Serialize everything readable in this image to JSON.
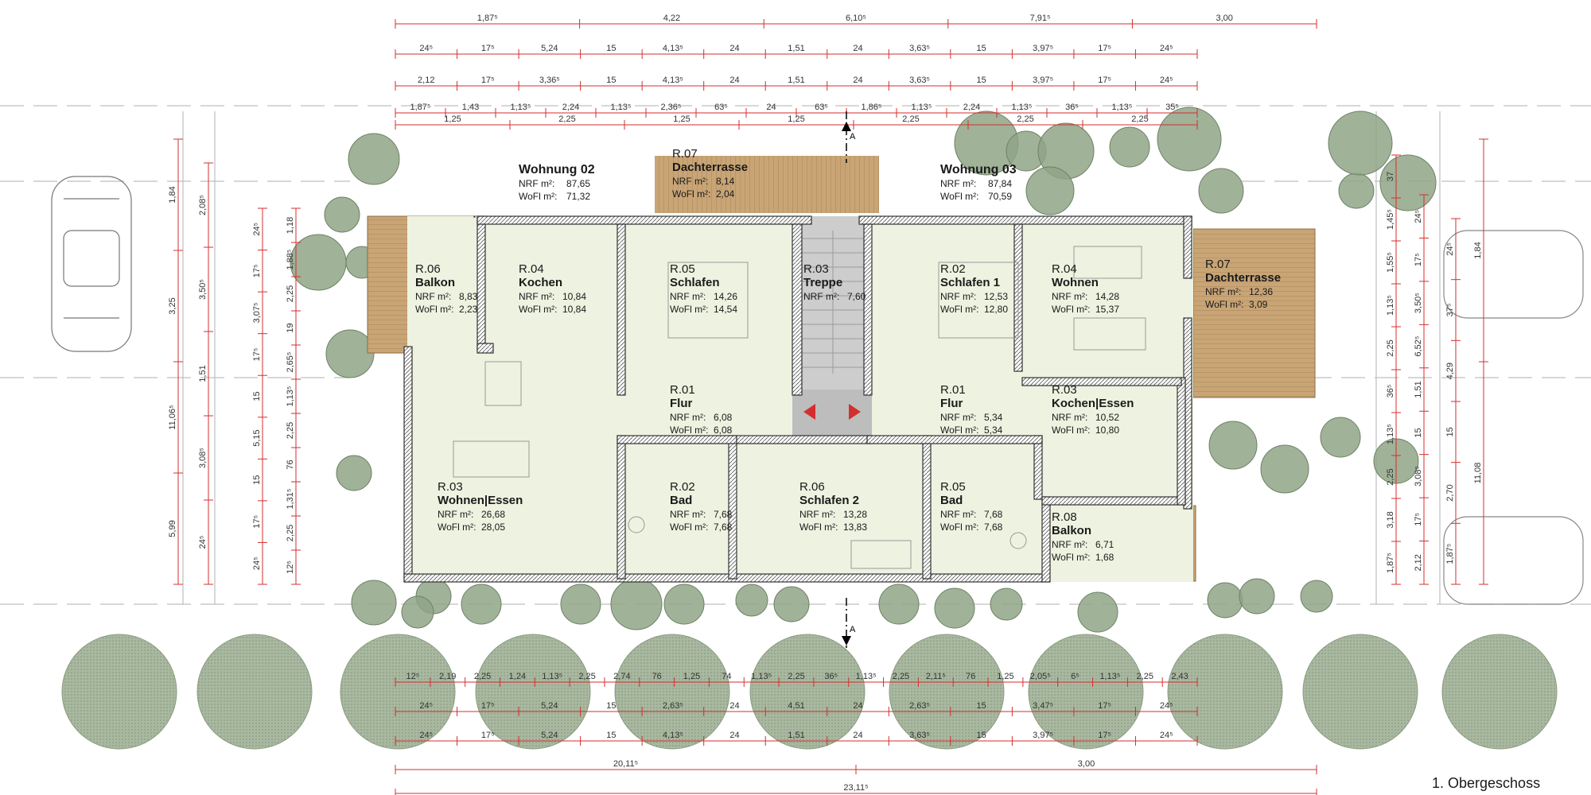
{
  "floor_label": "1. Obergeschoss",
  "section_marker": "A",
  "colors": {
    "dimension_red": "#d32f2f",
    "wood_deck": "#c9a576",
    "floor_fill": "#eef2e0",
    "stair_fill": "#cdcdcd",
    "tree_green": "#8fa486",
    "wall": "#3a3a3a"
  },
  "apartments": [
    {
      "id": "w02",
      "name": "Wohnung 02",
      "nrf_label": "NRF m²:",
      "nrf": "87,65",
      "wofl_label": "WoFl m²:",
      "wofl": "71,32"
    },
    {
      "id": "w03",
      "name": "Wohnung 03",
      "nrf_label": "NRF m²:",
      "nrf": "87,84",
      "wofl_label": "WoFl m²:",
      "wofl": "70,59"
    }
  ],
  "rooms": [
    {
      "id": "dach-top",
      "no": "R.07",
      "name": "Dachterrasse",
      "nrf": "8,14",
      "wofl": "2,04"
    },
    {
      "id": "balkon-l",
      "no": "R.06",
      "name": "Balkon",
      "nrf": "8,83",
      "wofl": "2,23"
    },
    {
      "id": "kochen-l",
      "no": "R.04",
      "name": "Kochen",
      "nrf": "10,84",
      "wofl": "10,84"
    },
    {
      "id": "schlafen-l",
      "no": "R.05",
      "name": "Schlafen",
      "nrf": "14,26",
      "wofl": "14,54"
    },
    {
      "id": "treppe",
      "no": "R.03",
      "name": "Treppe",
      "nrf": "7,60",
      "wofl": ""
    },
    {
      "id": "schlafen1-r",
      "no": "R.02",
      "name": "Schlafen 1",
      "nrf": "12,53",
      "wofl": "12,80"
    },
    {
      "id": "wohnen-r",
      "no": "R.04",
      "name": "Wohnen",
      "nrf": "14,28",
      "wofl": "15,37"
    },
    {
      "id": "dach-right",
      "no": "R.07",
      "name": "Dachterrasse",
      "nrf": "12,36",
      "wofl": "3,09"
    },
    {
      "id": "flur-l",
      "no": "R.01",
      "name": "Flur",
      "nrf": "6,08",
      "wofl": "6,08"
    },
    {
      "id": "flur-r",
      "no": "R.01",
      "name": "Flur",
      "nrf": "5,34",
      "wofl": "5,34"
    },
    {
      "id": "kochen-r",
      "no": "R.03",
      "name": "Kochen|Essen",
      "nrf": "10,52",
      "wofl": "10,80"
    },
    {
      "id": "wohnen-l",
      "no": "R.03",
      "name": "Wohnen|Essen",
      "nrf": "26,68",
      "wofl": "28,05"
    },
    {
      "id": "bad-l",
      "no": "R.02",
      "name": "Bad",
      "nrf": "7,68",
      "wofl": "7,68"
    },
    {
      "id": "schlafen2",
      "no": "R.06",
      "name": "Schlafen 2",
      "nrf": "13,28",
      "wofl": "13,83"
    },
    {
      "id": "bad-r",
      "no": "R.05",
      "name": "Bad",
      "nrf": "7,68",
      "wofl": "7,68"
    },
    {
      "id": "balkon-r",
      "no": "R.08",
      "name": "Balkon",
      "nrf": "6,71",
      "wofl": "1,68"
    }
  ],
  "room_labels": {
    "nrf": "NRF m²:",
    "wofl": "WoFl m²:"
  },
  "dimensions": {
    "top_row1": [
      "1,87⁵",
      "4,22",
      "6,10⁵",
      "7,91⁵",
      "3,00"
    ],
    "top_row2": [
      "24⁵",
      "17⁵",
      "5,24",
      "15",
      "4,13⁵",
      "24",
      "1,51",
      "24",
      "3,63⁵",
      "15",
      "3,97⁵",
      "17⁵",
      "24⁵"
    ],
    "top_row3": [
      "2,12",
      "17⁵",
      "3,36⁵",
      "15",
      "4,13⁵",
      "24",
      "1,51",
      "24",
      "3,63⁵",
      "15",
      "3,97⁵",
      "17⁵",
      "24⁵"
    ],
    "top_row4": [
      "1,87⁵",
      "1,43",
      "1,13⁵",
      "2,24",
      "1,13⁵",
      "2,36⁵",
      "63⁵",
      "24",
      "63⁵",
      "1,86⁵",
      "1,13⁵",
      "2,24",
      "1,13⁵",
      "36⁵",
      "1,13⁵",
      "35⁵"
    ],
    "top_row5": [
      "1,25",
      "2,25",
      "1,25",
      "1,25",
      "2,25",
      "2,25",
      "2,25"
    ],
    "bottom_row1": [
      "12⁵",
      "2,19",
      "2,25",
      "1,24",
      "1,13⁵",
      "2,25",
      "2,74",
      "76",
      "1,25",
      "74",
      "1,13⁵",
      "2,25",
      "36⁵",
      "1,13⁵",
      "2,25",
      "2,11⁵",
      "76",
      "1,25",
      "2,05⁵",
      "6⁵",
      "1,13⁵",
      "2,25",
      "2,43"
    ],
    "bottom_row2": [
      "24⁵",
      "17⁵",
      "5,24",
      "15",
      "2,63⁵",
      "24",
      "4,51",
      "24",
      "2,63⁵",
      "15",
      "3,47⁵",
      "17⁵",
      "24⁵"
    ],
    "bottom_row3": [
      "24⁵",
      "17⁵",
      "5,24",
      "15",
      "4,13⁵",
      "24",
      "1,51",
      "24",
      "3,63⁵",
      "15",
      "3,97⁵",
      "17⁵",
      "24⁵"
    ],
    "bottom_row4": [
      "20,11⁵",
      "3,00"
    ],
    "bottom_row5": [
      "23,11⁵"
    ],
    "left_col1": [
      "1,84",
      "3,25",
      "11,06⁵",
      "5,99"
    ],
    "left_col2": [
      "2,08⁵",
      "3,50⁵",
      "1,51",
      "3,08⁵",
      "24⁵"
    ],
    "left_col3": [
      "24⁵",
      "17⁵",
      "3,07⁵",
      "17⁵",
      "15",
      "5,15",
      "15",
      "17⁵",
      "24⁵"
    ],
    "left_col4": [
      "1,18",
      "1,88⁵",
      "2,25",
      "19",
      "2,65⁵",
      "1,13⁵",
      "2,25",
      "76",
      "1,31⁵",
      "2,25",
      "12⁵"
    ],
    "right_col1": [
      "37",
      "1,45⁵",
      "1,55⁵",
      "1,13⁵",
      "2,25",
      "36⁵",
      "1,13⁵",
      "2,25",
      "3,18",
      "1,87⁵"
    ],
    "right_col2": [
      "24⁵",
      "17⁵",
      "3,50⁵",
      "6,52⁵",
      "1,51",
      "15",
      "3,08⁵",
      "17⁵",
      "2,12"
    ],
    "right_col3": [
      "24⁵",
      "37⁵",
      "4,29",
      "15",
      "2,70",
      "1,87⁵"
    ],
    "right_col4": [
      "1,84",
      "11,08"
    ]
  }
}
